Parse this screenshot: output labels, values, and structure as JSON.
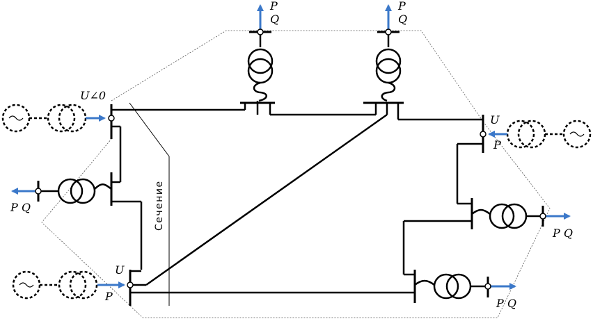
{
  "labels": {
    "top_left_P": "P",
    "top_left_Q": "Q",
    "top_right_P": "P",
    "top_right_Q": "Q",
    "u_angle": "U∠0",
    "right_U": "U",
    "right_P": "P",
    "left_PQ": "P Q",
    "right_mid_PQ": "P Q",
    "bottom_right_PQ": "P Q",
    "bottom_left_U": "U",
    "bottom_left_P": "P",
    "section": "Сечение"
  },
  "colors": {
    "arrow": "#3b78c9",
    "line": "#000000"
  }
}
